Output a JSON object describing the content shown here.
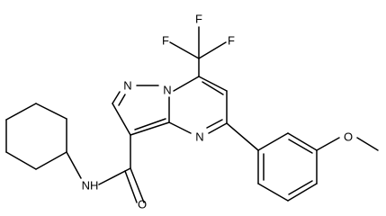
{
  "structure": {
    "atom_labels": {
      "cf3_f_left": "F",
      "cf3_f_top": "F",
      "cf3_f_right": "F",
      "pyrazole_n": "N",
      "bridge_n": "N",
      "pyrimidine_n": "N",
      "amide_nh": "NH",
      "carbonyl_o": "O",
      "ether_o": "O"
    }
  }
}
